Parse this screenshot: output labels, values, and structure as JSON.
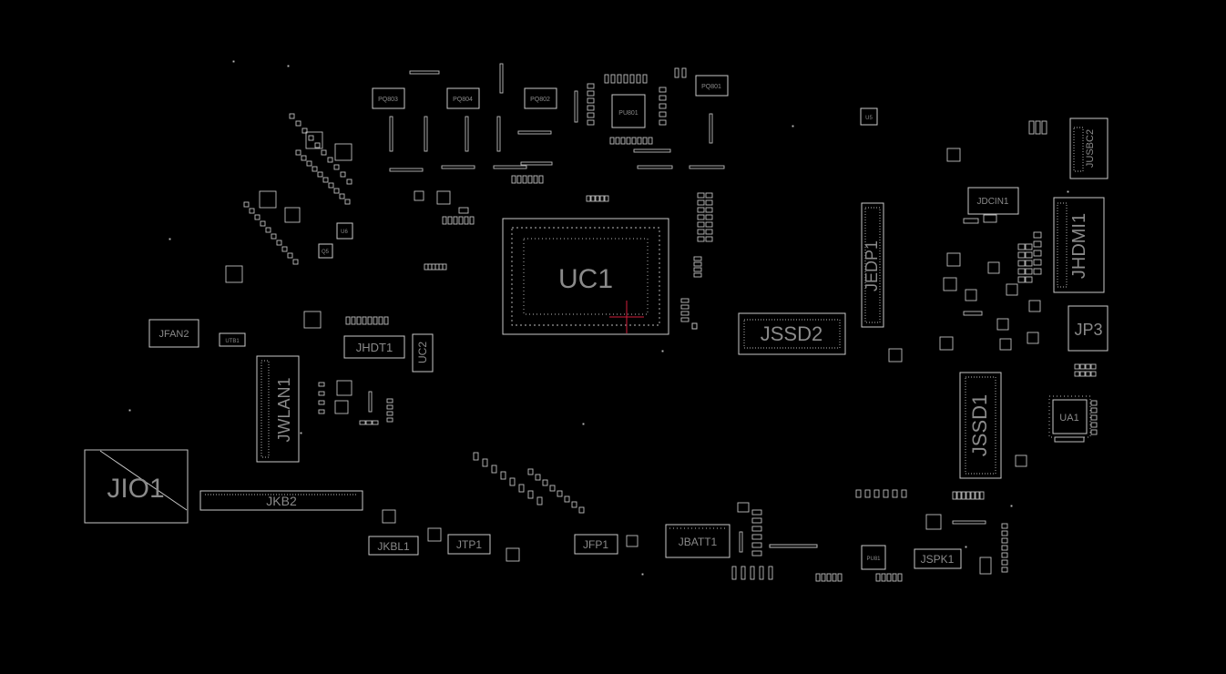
{
  "canvas": {
    "background": "#000000",
    "outline_color": "#c8c8c8",
    "label_color": "#8a8a8a",
    "marker_color": "#d21e3c"
  },
  "components": {
    "uc1": "UC1",
    "jssd2": "JSSD2",
    "jssd1": "JSSD1",
    "jedp1": "JEDP1",
    "jhdmi1": "JHDMI1",
    "jp3": "JP3",
    "ua1": "UA1",
    "jdcin1": "JDCIN1",
    "jusbc2": "JUSBC2",
    "jio1": "JIO1",
    "jkb2": "JKB2",
    "jwlan1": "JWLAN1",
    "jhdt1": "JHDT1",
    "uc2": "UC2",
    "jfan2": "JFAN2",
    "jkbl1": "JKBL1",
    "jtp1": "JTP1",
    "jfp1": "JFP1",
    "jbatt1": "JBATT1",
    "jspk1": "JSPK1",
    "pq803": "PQ803",
    "pq804": "PQ804",
    "pq802": "PQ802",
    "pq801": "PQ801",
    "pu801": "PU801",
    "utb1": "UTB1",
    "u5": "U5",
    "q5": "Q5",
    "u6": "U6",
    "pu81": "PU81"
  }
}
